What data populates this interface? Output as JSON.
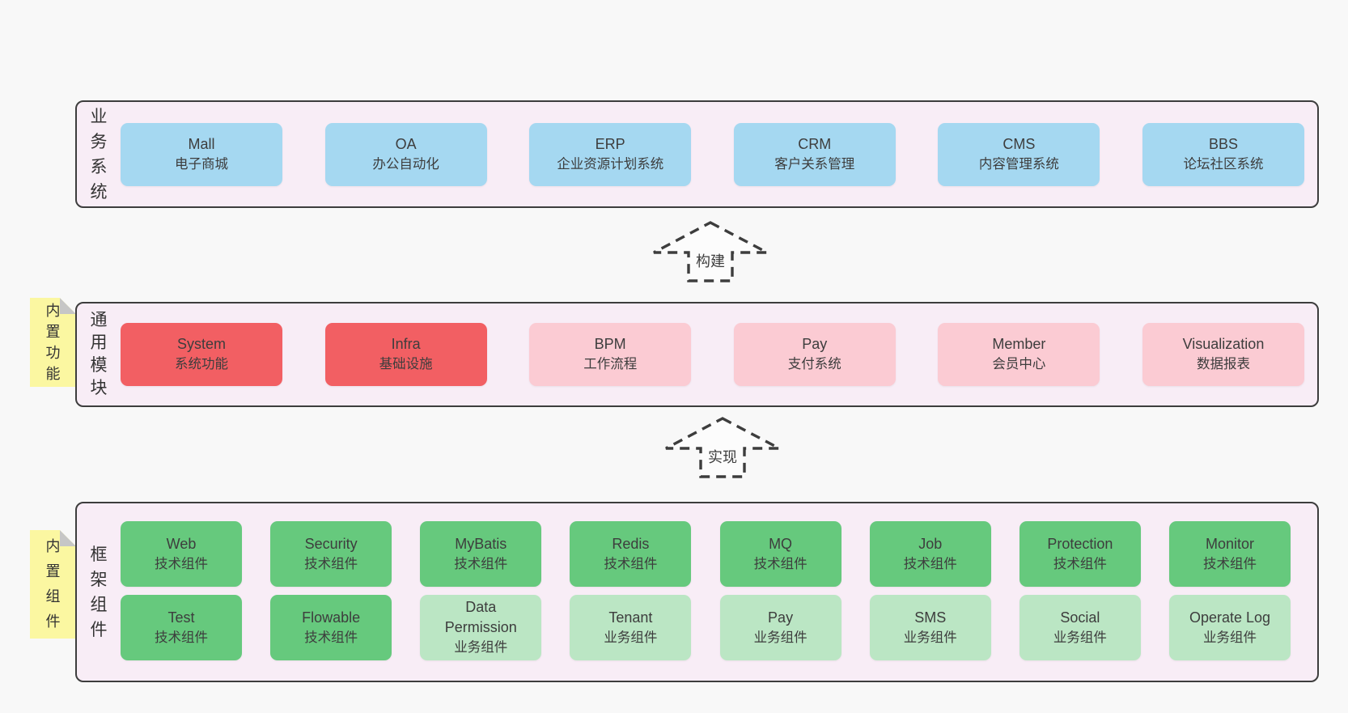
{
  "business": {
    "label": "业务系统",
    "boxes": [
      {
        "name": "Mall",
        "desc": "电子商城",
        "variant": "blue"
      },
      {
        "name": "OA",
        "desc": "办公自动化",
        "variant": "blue"
      },
      {
        "name": "ERP",
        "desc": "企业资源计划系统",
        "variant": "blue"
      },
      {
        "name": "CRM",
        "desc": "客户关系管理",
        "variant": "blue"
      },
      {
        "name": "CMS",
        "desc": "内容管理系统",
        "variant": "blue"
      },
      {
        "name": "BBS",
        "desc": "论坛社区系统",
        "variant": "blue"
      }
    ]
  },
  "modules": {
    "label": "通用模块",
    "note": "内置功能",
    "boxes": [
      {
        "name": "System",
        "desc": "系统功能",
        "variant": "red"
      },
      {
        "name": "Infra",
        "desc": "基础设施",
        "variant": "red"
      },
      {
        "name": "BPM",
        "desc": "工作流程",
        "variant": "pink"
      },
      {
        "name": "Pay",
        "desc": "支付系统",
        "variant": "pink"
      },
      {
        "name": "Member",
        "desc": "会员中心",
        "variant": "pink"
      },
      {
        "name": "Visualization",
        "desc": "数据报表",
        "variant": "pink"
      }
    ]
  },
  "components": {
    "label": "框架组件",
    "note": "内置组件",
    "row1": [
      {
        "name": "Web",
        "desc": "技术组件",
        "variant": "green"
      },
      {
        "name": "Security",
        "desc": "技术组件",
        "variant": "green"
      },
      {
        "name": "MyBatis",
        "desc": "技术组件",
        "variant": "green"
      },
      {
        "name": "Redis",
        "desc": "技术组件",
        "variant": "green"
      },
      {
        "name": "MQ",
        "desc": "技术组件",
        "variant": "green"
      },
      {
        "name": "Job",
        "desc": "技术组件",
        "variant": "green"
      },
      {
        "name": "Protection",
        "desc": "技术组件",
        "variant": "green"
      },
      {
        "name": "Monitor",
        "desc": "技术组件",
        "variant": "green"
      }
    ],
    "row2": [
      {
        "name": "Test",
        "desc": "技术组件",
        "variant": "green"
      },
      {
        "name": "Flowable",
        "desc": "技术组件",
        "variant": "green"
      },
      {
        "name": "Data Permission",
        "desc": "业务组件",
        "variant": "lightgreen"
      },
      {
        "name": "Tenant",
        "desc": "业务组件",
        "variant": "lightgreen"
      },
      {
        "name": "Pay",
        "desc": "业务组件",
        "variant": "lightgreen"
      },
      {
        "name": "SMS",
        "desc": "业务组件",
        "variant": "lightgreen"
      },
      {
        "name": "Social",
        "desc": "业务组件",
        "variant": "lightgreen"
      },
      {
        "name": "Operate Log",
        "desc": "业务组件",
        "variant": "lightgreen"
      }
    ]
  },
  "arrows": [
    {
      "label": "构建"
    },
    {
      "label": "实现"
    }
  ],
  "colors": {
    "page_bg": "#f8f8f8",
    "panel_bg": "#f8edf6",
    "panel_border": "#3d3d3d",
    "blue": "#a5d8f1",
    "red": "#f25f63",
    "pink": "#fbcbd3",
    "green": "#66c97d",
    "lightgreen": "#bbe6c4",
    "note_yellow": "#fbf7a1",
    "note_fold": "#c6c6c6",
    "text": "#3d3d3d"
  }
}
